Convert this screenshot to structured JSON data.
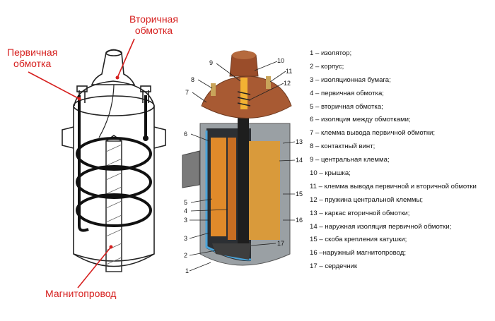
{
  "left_labels": {
    "secondary_winding": [
      "Вторичная",
      "обмотка"
    ],
    "primary_winding": [
      "Первичная",
      "обмотка"
    ],
    "magnetic_core": "Магнитопровод"
  },
  "callout_numbers": [
    "9",
    "10",
    "8",
    "11",
    "7",
    "12",
    "6",
    "13",
    "14",
    "5",
    "15",
    "4",
    "3",
    "16",
    "3",
    "2",
    "17",
    "1"
  ],
  "legend": [
    "1 – изолятор;",
    "2 – корпус;",
    "3 – изоляционная бумага;",
    "4 – первичная обмотка;",
    "5 – вторичная обмотка;",
    "6 – изоляция между обмотками;",
    "7 – клемма вывода первичной обмотки;",
    "8 – контактный винт;",
    "9 – центральная клемма;",
    "10 – крышка;",
    "11 – клемма вывода первичной и вторичной обмотки",
    "12 – пружина центральной клеммы;",
    "13 – каркас вторичной обмотки;",
    "14 – наружная изоляция первичной обмотки;",
    "15 – скоба крепления катушки;",
    "16 –наружный магнитопровод;",
    "17 – сердечник"
  ],
  "colors": {
    "label_red": "#d6201f",
    "copper": "#b5633a",
    "winding_orange": "#e08a2a",
    "insulation_blue": "#4aa3d8"
  }
}
